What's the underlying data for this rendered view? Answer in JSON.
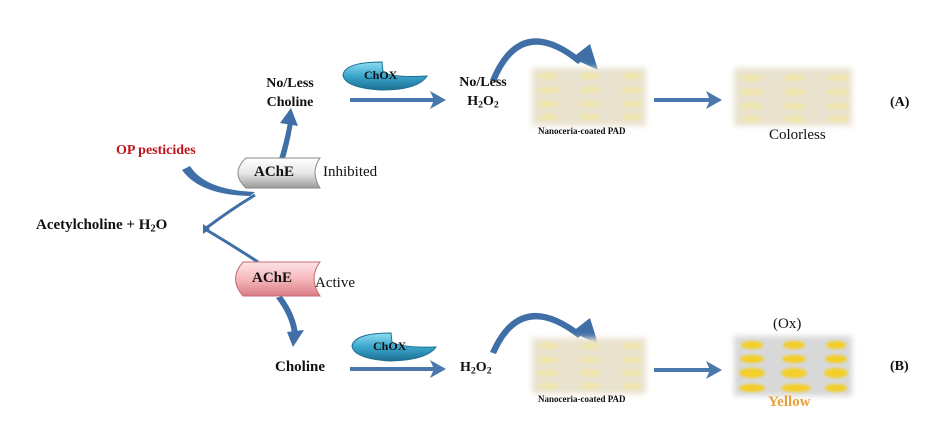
{
  "colors": {
    "arrow": "#4a78ad",
    "pesticide_text": "#c0141c",
    "yellow_text": "#e6a13a",
    "ache_inhibited_fill": "#e6e6e6",
    "ache_active_fill": "#f6b9bd",
    "chox_fill": "#3aa6cc",
    "pad_faint": "#ece4c8",
    "pad_yellow_dot": "#f3cf2b"
  },
  "substrate": {
    "main": "Acetylcholine + H",
    "sub": "2",
    "tail": "O"
  },
  "inhibitor": {
    "label": "OP pesticides"
  },
  "pathway_a": {
    "id_label": "(A)",
    "enzyme": {
      "label": "AChE",
      "state": "Inhibited"
    },
    "product": {
      "line1": "No/Less",
      "line2": "Choline"
    },
    "oxidase": {
      "label": "ChOX"
    },
    "peroxide": {
      "line1": "No/Less",
      "h": "H",
      "sub1": "2",
      "o": "O",
      "sub2": "2"
    },
    "pad_caption": "Nanoceria-coated PAD",
    "result_label": "Colorless"
  },
  "pathway_b": {
    "id_label": "(B)",
    "enzyme": {
      "label": "AChE",
      "state": "Active"
    },
    "product": {
      "line1": "Choline"
    },
    "oxidase": {
      "label": "ChOX"
    },
    "peroxide": {
      "h": "H",
      "sub1": "2",
      "o": "O",
      "sub2": "2"
    },
    "pad_caption": "Nanoceria-coated PAD",
    "result_top_label": "(Ox)",
    "result_label": "Yellow"
  },
  "icons": {
    "enzyme_shape": "scroll-tab",
    "oxidase_shape": "pacman-disc",
    "curved_arrow": "curved-arrow",
    "straight_arrow": "right-arrow"
  }
}
